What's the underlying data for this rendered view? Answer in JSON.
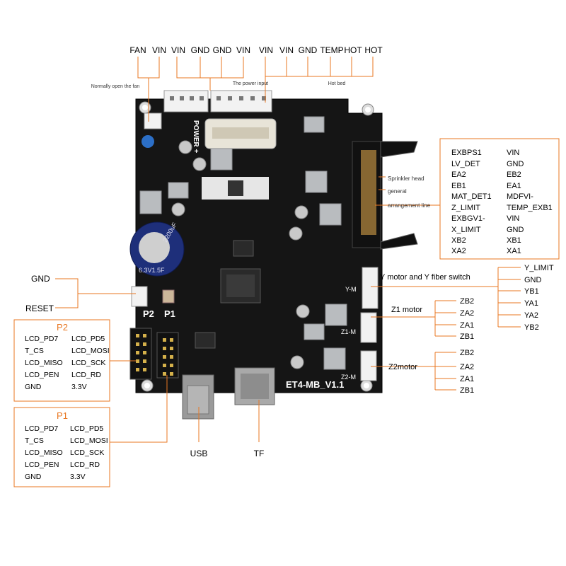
{
  "top_labels": {
    "fan": [
      "FAN",
      "VIN"
    ],
    "power": [
      "VIN",
      "GND",
      "GND",
      "VIN"
    ],
    "hotbed": [
      "VIN",
      "VIN",
      "GND",
      "TEMP",
      "HOT",
      "HOT"
    ],
    "fan_caption": "Normally open the fan",
    "power_caption": "The power input",
    "hotbed_caption": "Hot bed"
  },
  "left_labels": {
    "gnd": "GND",
    "reset": "RESET"
  },
  "board": {
    "name": "ET4-MB_V1.1",
    "p2_label": "P2",
    "p1_label": "P1",
    "power_silk": "POWER +",
    "ymotor_silk": "Y-M",
    "z1_silk": "Z1-M",
    "z2_silk": "Z2-M",
    "cap_silk": "2200uF",
    "cap_silk2": "6.3V1.5F"
  },
  "p2_box": {
    "title": "P2",
    "rows": [
      [
        "LCD_PD7",
        "LCD_PD5"
      ],
      [
        "T_CS",
        "LCD_MOSI"
      ],
      [
        "LCD_MISO",
        "LCD_SCK"
      ],
      [
        "LCD_PEN",
        "LCD_RD"
      ],
      [
        "GND",
        "3.3V"
      ]
    ]
  },
  "p1_box": {
    "title": "P1",
    "rows": [
      [
        "LCD_PD7",
        "LCD_PD5"
      ],
      [
        "T_CS",
        "LCD_MOSI"
      ],
      [
        "LCD_MISO",
        "LCD_SCK"
      ],
      [
        "LCD_PEN",
        "LCD_RD"
      ],
      [
        "GND",
        "3.3V"
      ]
    ]
  },
  "bottom_labels": {
    "usb": "USB",
    "tf": "TF"
  },
  "sprinkler": {
    "captions": [
      "Sprinkler head",
      "general",
      "arrangement line"
    ],
    "rows": [
      [
        "EXBPS1",
        "VIN"
      ],
      [
        "LV_DET",
        "GND"
      ],
      [
        "EA2",
        "EB2"
      ],
      [
        "EB1",
        "EA1"
      ],
      [
        "MAT_DET1",
        "MDFVI-"
      ],
      [
        "Z_LIMIT",
        "TEMP_EXB1"
      ],
      [
        "EXBGV1-",
        "VIN"
      ],
      [
        "X_LIMIT",
        "GND"
      ],
      [
        "XB2",
        "XB1"
      ],
      [
        "XA2",
        "XA1"
      ]
    ]
  },
  "y_motor": {
    "label": "Y motor and Y fiber switch",
    "pins": [
      "Y_LIMIT",
      "GND",
      "YB1",
      "YA1",
      "YA2",
      "YB2"
    ]
  },
  "z1_motor": {
    "label": "Z1 motor",
    "pins": [
      "ZB2",
      "ZA2",
      "ZA1",
      "ZB1"
    ]
  },
  "z2_motor": {
    "label": "Z2motor",
    "pins": [
      "ZB2",
      "ZA2",
      "ZA1",
      "ZB1"
    ]
  },
  "colors": {
    "leader": "#e87722",
    "box_border": "#e87722",
    "title_orange": "#e87722",
    "board": "#151515",
    "connector": "#f2f2f2",
    "heatsink": "#b9bcbf"
  }
}
